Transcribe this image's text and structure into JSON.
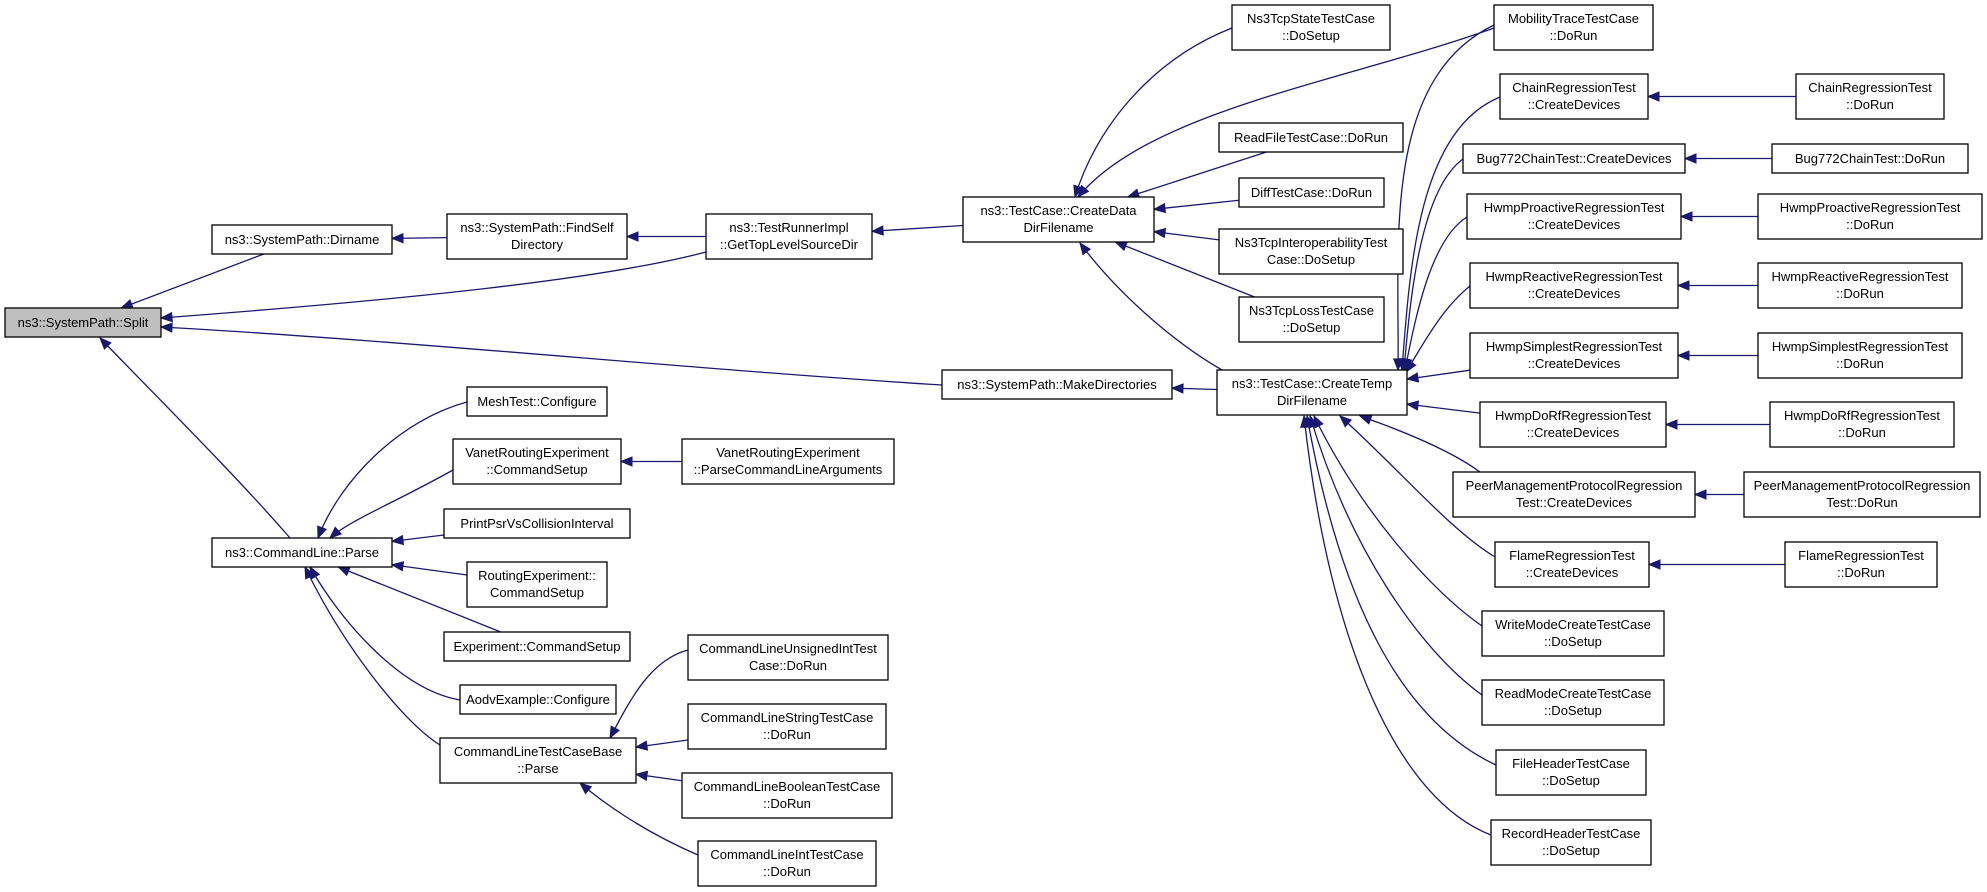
{
  "graph": {
    "edge_color": "#191970",
    "root_fill": "#bfbfbf",
    "nodes": [
      {
        "id": "split",
        "lines": [
          "ns3::SystemPath::Split"
        ],
        "root": true
      },
      {
        "id": "dirname",
        "lines": [
          "ns3::SystemPath::Dirname"
        ]
      },
      {
        "id": "findself",
        "lines": [
          "ns3::SystemPath::FindSelf",
          "Directory"
        ]
      },
      {
        "id": "toplevel",
        "lines": [
          "ns3::TestRunnerImpl",
          "::GetTopLevelSourceDir"
        ]
      },
      {
        "id": "createdata",
        "lines": [
          "ns3::TestCase::CreateData",
          "DirFilename"
        ]
      },
      {
        "id": "tcpstate",
        "lines": [
          "Ns3TcpStateTestCase",
          "::DoSetup"
        ]
      },
      {
        "id": "readfile",
        "lines": [
          "ReadFileTestCase::DoRun"
        ]
      },
      {
        "id": "difftest",
        "lines": [
          "DiffTestCase::DoRun"
        ]
      },
      {
        "id": "tcpinterop",
        "lines": [
          "Ns3TcpInteroperabilityTest",
          "Case::DoSetup"
        ]
      },
      {
        "id": "tcploss",
        "lines": [
          "Ns3TcpLossTestCase",
          "::DoSetup"
        ]
      },
      {
        "id": "makedirs",
        "lines": [
          "ns3::SystemPath::MakeDirectories"
        ]
      },
      {
        "id": "createtemp",
        "lines": [
          "ns3::TestCase::CreateTemp",
          "DirFilename"
        ]
      },
      {
        "id": "mobility",
        "lines": [
          "MobilityTraceTestCase",
          "::DoRun"
        ]
      },
      {
        "id": "chainreg",
        "lines": [
          "ChainRegressionTest",
          "::CreateDevices"
        ]
      },
      {
        "id": "chainregrun",
        "lines": [
          "ChainRegressionTest",
          "::DoRun"
        ]
      },
      {
        "id": "bug772",
        "lines": [
          "Bug772ChainTest::CreateDevices"
        ]
      },
      {
        "id": "bug772run",
        "lines": [
          "Bug772ChainTest::DoRun"
        ]
      },
      {
        "id": "hwmppro",
        "lines": [
          "HwmpProactiveRegressionTest",
          "::CreateDevices"
        ]
      },
      {
        "id": "hwmpprorun",
        "lines": [
          "HwmpProactiveRegressionTest",
          "::DoRun"
        ]
      },
      {
        "id": "hwmpreact",
        "lines": [
          "HwmpReactiveRegressionTest",
          "::CreateDevices"
        ]
      },
      {
        "id": "hwmpreactrun",
        "lines": [
          "HwmpReactiveRegressionTest",
          "::DoRun"
        ]
      },
      {
        "id": "hwmpsimp",
        "lines": [
          "HwmpSimplestRegressionTest",
          "::CreateDevices"
        ]
      },
      {
        "id": "hwmpsimprun",
        "lines": [
          "HwmpSimplestRegressionTest",
          "::DoRun"
        ]
      },
      {
        "id": "hwmpdorf",
        "lines": [
          "HwmpDoRfRegressionTest",
          "::CreateDevices"
        ]
      },
      {
        "id": "hwmpdorfrun",
        "lines": [
          "HwmpDoRfRegressionTest",
          "::DoRun"
        ]
      },
      {
        "id": "peermgmt",
        "lines": [
          "PeerManagementProtocolRegression",
          "Test::CreateDevices"
        ]
      },
      {
        "id": "peermgmtrun",
        "lines": [
          "PeerManagementProtocolRegression",
          "Test::DoRun"
        ]
      },
      {
        "id": "flame",
        "lines": [
          "FlameRegressionTest",
          "::CreateDevices"
        ]
      },
      {
        "id": "flamerun",
        "lines": [
          "FlameRegressionTest",
          "::DoRun"
        ]
      },
      {
        "id": "writemode",
        "lines": [
          "WriteModeCreateTestCase",
          "::DoSetup"
        ]
      },
      {
        "id": "readmode",
        "lines": [
          "ReadModeCreateTestCase",
          "::DoSetup"
        ]
      },
      {
        "id": "fileheader",
        "lines": [
          "FileHeaderTestCase",
          "::DoSetup"
        ]
      },
      {
        "id": "recordheader",
        "lines": [
          "RecordHeaderTestCase",
          "::DoSetup"
        ]
      },
      {
        "id": "clparse",
        "lines": [
          "ns3::CommandLine::Parse"
        ]
      },
      {
        "id": "meshtest",
        "lines": [
          "MeshTest::Configure"
        ]
      },
      {
        "id": "vanetcmd",
        "lines": [
          "VanetRoutingExperiment",
          "::CommandSetup"
        ]
      },
      {
        "id": "vanetparse",
        "lines": [
          "VanetRoutingExperiment",
          "::ParseCommandLineArguments"
        ]
      },
      {
        "id": "printpsr",
        "lines": [
          "PrintPsrVsCollisionInterval"
        ]
      },
      {
        "id": "routingexp",
        "lines": [
          "RoutingExperiment::",
          "CommandSetup"
        ]
      },
      {
        "id": "experiment",
        "lines": [
          "Experiment::CommandSetup"
        ]
      },
      {
        "id": "aodv",
        "lines": [
          "AodvExample::Configure"
        ]
      },
      {
        "id": "cltcbase",
        "lines": [
          "CommandLineTestCaseBase",
          "::Parse"
        ]
      },
      {
        "id": "clunsigned",
        "lines": [
          "CommandLineUnsignedIntTest",
          "Case::DoRun"
        ]
      },
      {
        "id": "clstring",
        "lines": [
          "CommandLineStringTestCase",
          "::DoRun"
        ]
      },
      {
        "id": "clbool",
        "lines": [
          "CommandLineBooleanTestCase",
          "::DoRun"
        ]
      },
      {
        "id": "clint",
        "lines": [
          "CommandLineIntTestCase",
          "::DoRun"
        ]
      }
    ],
    "edges": [
      [
        "dirname",
        "split"
      ],
      [
        "toplevel",
        "split"
      ],
      [
        "makedirs",
        "split"
      ],
      [
        "clparse",
        "split"
      ],
      [
        "findself",
        "dirname"
      ],
      [
        "toplevel",
        "findself"
      ],
      [
        "createdata",
        "toplevel"
      ],
      [
        "tcpstate",
        "createdata"
      ],
      [
        "mobility",
        "createdata"
      ],
      [
        "readfile",
        "createdata"
      ],
      [
        "difftest",
        "createdata"
      ],
      [
        "tcpinterop",
        "createdata"
      ],
      [
        "tcploss",
        "createdata"
      ],
      [
        "createtemp",
        "createdata"
      ],
      [
        "createtemp",
        "makedirs"
      ],
      [
        "mobility",
        "createtemp"
      ],
      [
        "chainreg",
        "createtemp"
      ],
      [
        "bug772",
        "createtemp"
      ],
      [
        "hwmppro",
        "createtemp"
      ],
      [
        "hwmpreact",
        "createtemp"
      ],
      [
        "hwmpsimp",
        "createtemp"
      ],
      [
        "hwmpdorf",
        "createtemp"
      ],
      [
        "peermgmt",
        "createtemp"
      ],
      [
        "flame",
        "createtemp"
      ],
      [
        "writemode",
        "createtemp"
      ],
      [
        "readmode",
        "createtemp"
      ],
      [
        "fileheader",
        "createtemp"
      ],
      [
        "recordheader",
        "createtemp"
      ],
      [
        "chainregrun",
        "chainreg"
      ],
      [
        "bug772run",
        "bug772"
      ],
      [
        "hwmpprorun",
        "hwmppro"
      ],
      [
        "hwmpreactrun",
        "hwmpreact"
      ],
      [
        "hwmpsimprun",
        "hwmpsimp"
      ],
      [
        "hwmpdorfrun",
        "hwmpdorf"
      ],
      [
        "peermgmtrun",
        "peermgmt"
      ],
      [
        "flamerun",
        "flame"
      ],
      [
        "meshtest",
        "clparse"
      ],
      [
        "vanetcmd",
        "clparse"
      ],
      [
        "printpsr",
        "clparse"
      ],
      [
        "routingexp",
        "clparse"
      ],
      [
        "experiment",
        "clparse"
      ],
      [
        "aodv",
        "clparse"
      ],
      [
        "cltcbase",
        "clparse"
      ],
      [
        "vanetparse",
        "vanetcmd"
      ],
      [
        "clunsigned",
        "cltcbase"
      ],
      [
        "clstring",
        "cltcbase"
      ],
      [
        "clbool",
        "cltcbase"
      ],
      [
        "clint",
        "cltcbase"
      ]
    ]
  }
}
